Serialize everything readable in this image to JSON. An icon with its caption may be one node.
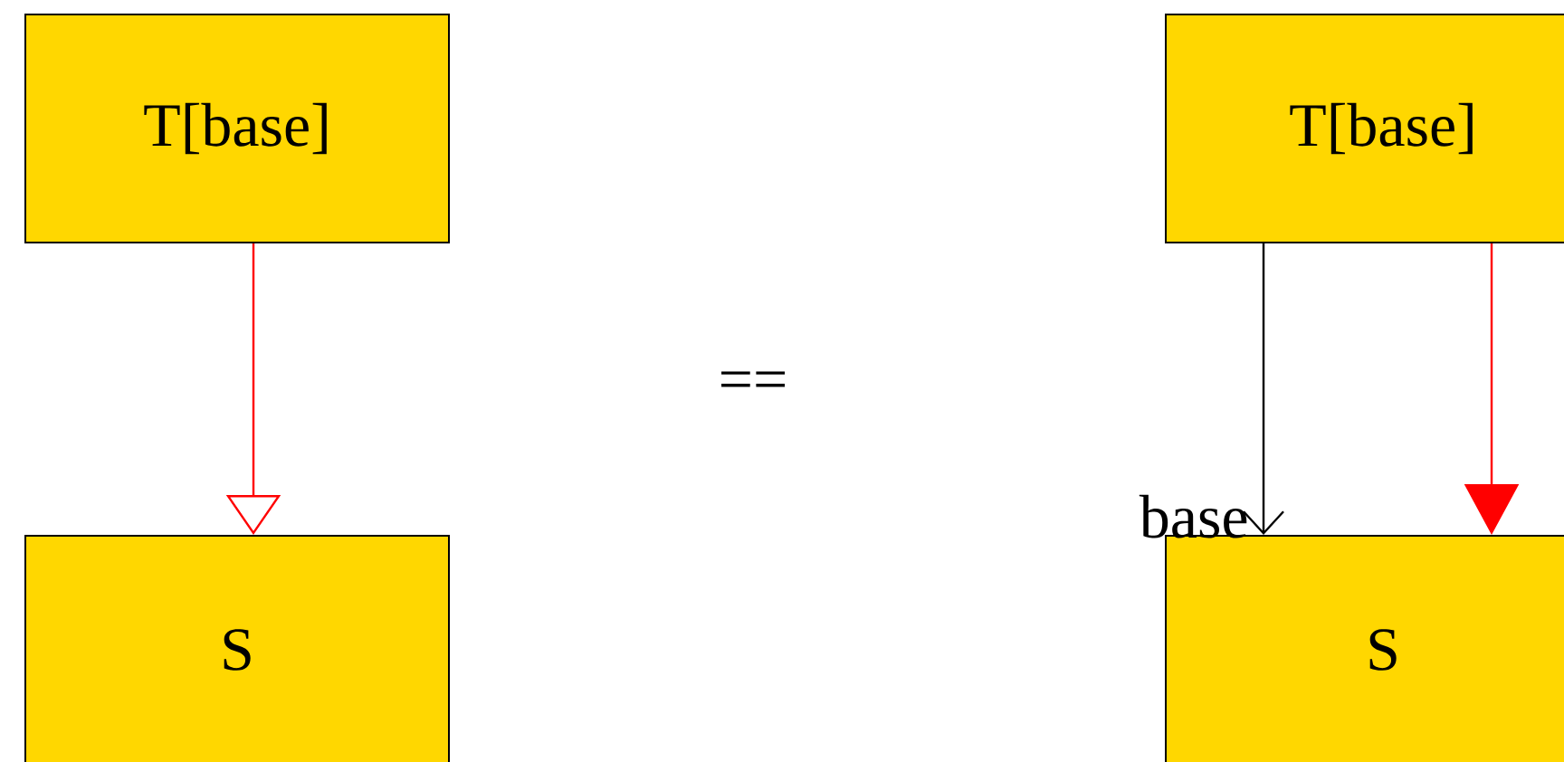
{
  "diagram": {
    "nodes": [
      {
        "text": [
          "T[base]"
        ]
      },
      {
        "text": [
          "S"
        ]
      },
      {
        "text": [
          "T[base]"
        ]
      },
      {
        "text": [
          "S"
        ]
      }
    ],
    "edges": [
      {
        "from": 0,
        "to": 1,
        "arrow": "to",
        "color": "#ff0000"
      },
      {
        "from": 2,
        "to": 3,
        "arrow": "to",
        "label": "base",
        "color": "#000000"
      },
      {
        "from": 2,
        "to": 3,
        "arrow": "to",
        "color": "#ff0000"
      }
    ],
    "labels": [
      "=="
    ]
  }
}
